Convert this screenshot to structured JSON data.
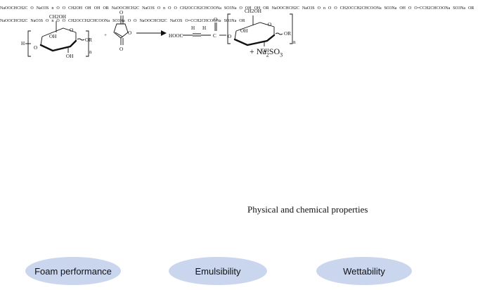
{
  "reagent": {
    "prefix": "+ Na",
    "sub1": "2",
    "mid": "SO",
    "sub2": "3"
  },
  "properties_label": "Physical and chemical properties",
  "outcomes": [
    "Foam performance",
    "Emulsibility",
    "Wettability"
  ],
  "chem_labels": {
    "ch2oh": "CH2OH",
    "oh": "OH",
    "or": "OR",
    "h": "H",
    "o": "O",
    "n": "n",
    "hooc": "HOOC",
    "plus": "+",
    "naoocch2c": "NaOOCHCH2C",
    "so3na": "SO3Na",
    "naooc_chain": "CH2OCCH2CHCOONa",
    "naooc_chain2": "CH2CHCOONa"
  },
  "colors": {
    "arrow_blue": "#1c5fa8",
    "ellipse_fill": "#c9d6ee"
  }
}
